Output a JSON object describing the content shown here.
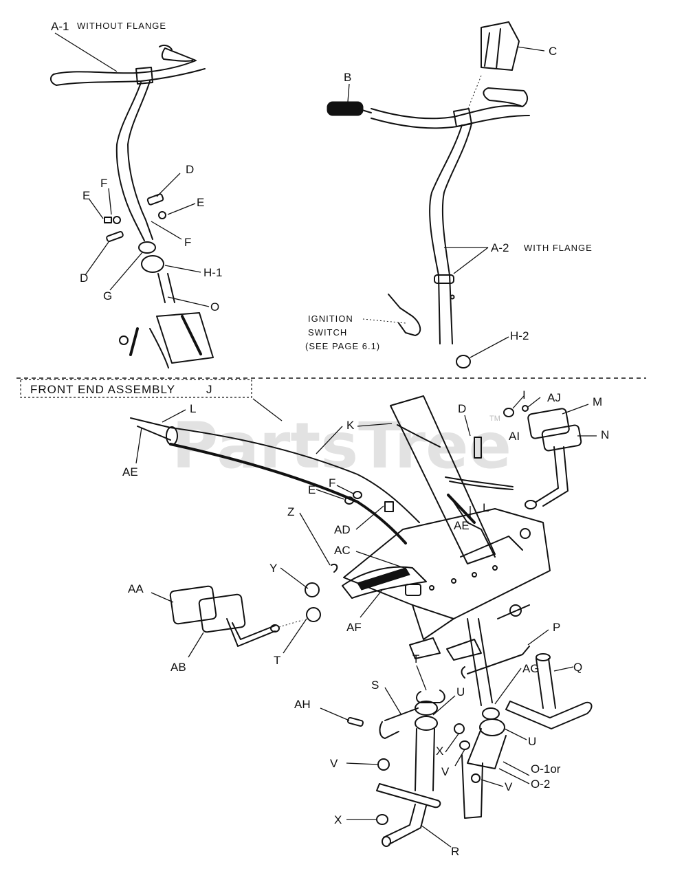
{
  "watermark": "PartsTree",
  "trademark": "TM",
  "section_title": "FRONT END ASSEMBLY",
  "section_ref": "J",
  "notes": {
    "a1": "WITHOUT FLANGE",
    "a2": "WITH FLANGE",
    "ignition_line1": "IGNITION",
    "ignition_line2": "SWITCH",
    "ignition_line3": "(SEE PAGE 6.1)"
  },
  "labels": {
    "a1": "A-1",
    "a2": "A-2",
    "b": "B",
    "c": "C",
    "d_top": "D",
    "d_left": "D",
    "d_mid": "D",
    "e_left": "E",
    "e_right": "E",
    "e_mid": "E",
    "f_top": "F",
    "f_lower": "F",
    "f_mid": "F",
    "g": "G",
    "h1": "H-1",
    "h2": "H-2",
    "o": "O",
    "l_left": "L",
    "l_right": "L",
    "k": "K",
    "ae_left": "AE",
    "ae_mid": "AE",
    "i": "I",
    "aj": "AJ",
    "ai": "AI",
    "m": "M",
    "n": "N",
    "ad": "AD",
    "z": "Z",
    "ac": "AC",
    "y": "Y",
    "aa": "AA",
    "ab": "AB",
    "af": "AF",
    "t_left": "T",
    "t_mid": "T",
    "p": "P",
    "q": "Q",
    "ag": "AG",
    "s": "S",
    "u_mid": "U",
    "u_right": "U",
    "ah": "AH",
    "v_left": "V",
    "v_mid": "V",
    "v_right": "V",
    "x_mid": "X",
    "x_bottom": "X",
    "o1": "O-1or",
    "o2": "O-2",
    "r": "R"
  }
}
